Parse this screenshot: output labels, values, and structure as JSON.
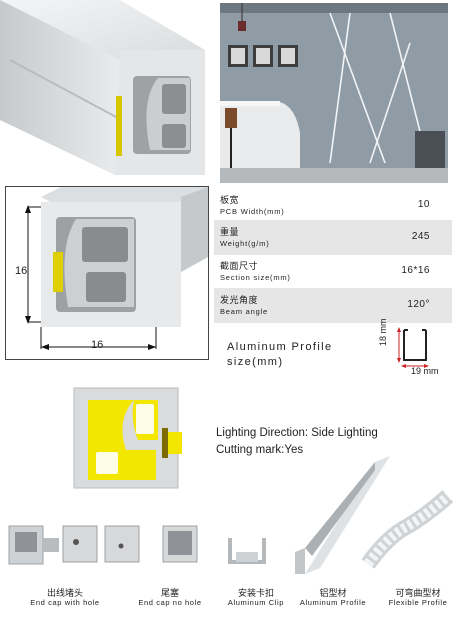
{
  "specs": [
    {
      "cn": "板宽",
      "en": "PCB Width(mm)",
      "value": "10"
    },
    {
      "cn": "重量",
      "en": "Weight(g/m)",
      "value": "245"
    },
    {
      "cn": "截面尺寸",
      "en": "Section size(mm)",
      "value": "16*16"
    },
    {
      "cn": "发光角度",
      "en": "Beam angle",
      "value": "120°"
    }
  ],
  "profile_dims": {
    "height_label": "16",
    "width_label": "16"
  },
  "aluminum_profile": {
    "title_line1": "Aluminum Profile",
    "title_line2": "size(mm)",
    "height_label": "18 mm",
    "width_label": "19 mm"
  },
  "lighting": {
    "direction": "Lighting Direction: Side Lighting",
    "cutting": "Cutting mark:Yes"
  },
  "accessories": [
    {
      "cn": "出线堵头",
      "en": "End cap with hole"
    },
    {
      "cn": "尾塞",
      "en": "End cap no hole"
    },
    {
      "cn": "安装卡扣",
      "en": "Aluminum Clip"
    },
    {
      "cn": "铝型材",
      "en": "Aluminum Profile"
    },
    {
      "cn": "可弯曲型材",
      "en": "Flexible Profile"
    }
  ],
  "colors": {
    "led_yellow": "#f3e600",
    "gray": "#cfd2d4",
    "room_wall": "#8e9aa4"
  }
}
